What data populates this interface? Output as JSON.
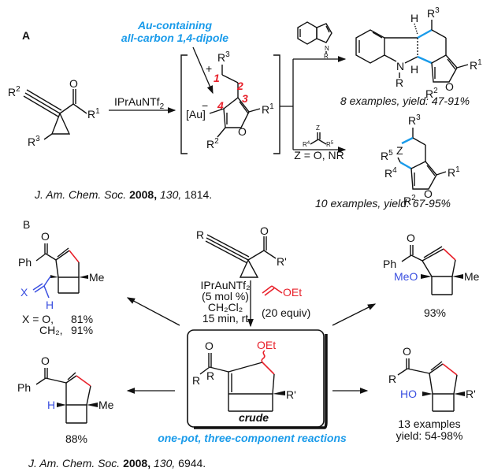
{
  "panel_a": {
    "label": "A",
    "annotation_line1": "Au-containing",
    "annotation_line2": "all-carbon 1,4-dipole",
    "reagent": "IPrAuNTf",
    "reagent_sub": "2",
    "intermediate_numbers": [
      "1",
      "2",
      "3",
      "4"
    ],
    "au_label": "[Au]",
    "plus": "+",
    "minus": "−",
    "product1_yield": "8 examples, yield: 47-91%",
    "product2_yield": "10 examples, yield: 67-95%",
    "condition2": "Z = O, NR",
    "reference": {
      "journal": "J. Am. Chem. Soc.",
      "year": "2008,",
      "volume": "130,",
      "page": "1814."
    }
  },
  "panel_b": {
    "label": "B",
    "conditions": [
      "IPrAuNTf₂",
      "(5 mol %)",
      "CH₂Cl₂",
      "15 min, rt"
    ],
    "vinyl_ether": "OEt",
    "equiv": "(20 equiv)",
    "crude_label": "crude",
    "crude_oet": "OEt",
    "caption": "one-pot, three-component reactions",
    "top_left": {
      "x_label": "X",
      "h_label": "H",
      "line1_lhs": "X = O,",
      "line1_val": "81%",
      "line2_lhs": "CH₂,",
      "line2_val": "91%"
    },
    "top_right": {
      "substituent": "MeO",
      "yield": "93%"
    },
    "bottom_left": {
      "substituent": "H",
      "yield": "88%"
    },
    "bottom_right": {
      "substituent": "HO",
      "yield_line1": "13 examples",
      "yield_line2": "yield: 54-98%"
    },
    "reference": {
      "journal": "J. Am. Chem. Soc.",
      "year": "2008,",
      "volume": "130,",
      "page": "6944."
    }
  }
}
